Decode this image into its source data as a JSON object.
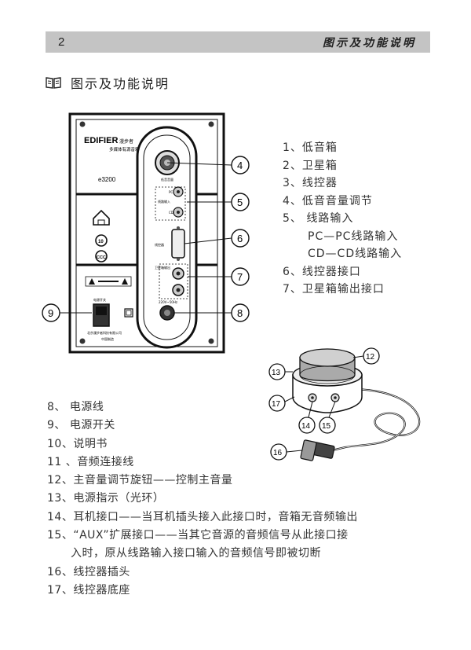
{
  "header": {
    "page_number": "2",
    "title": "图示及功能说明"
  },
  "section": {
    "title": "图示及功能说明",
    "icon": "open-book-icon"
  },
  "speaker_panel": {
    "brand": "EDIFIER",
    "brand_cn": "漫步者",
    "subtitle": "多媒体有源音箱",
    "model": "e3200",
    "volume_label": "低音音量",
    "line_in_label": "线路输入",
    "pc_label": "PC",
    "cd_label": "CD",
    "controller_label": "线控器",
    "satellite_label": "卫星箱输出",
    "power_label": "电源开关",
    "voltage_label": "220V~50Hz",
    "company": "北京漫步者科技有限公司",
    "made_in": "中国制造"
  },
  "callouts": [
    "4",
    "5",
    "6",
    "7",
    "8",
    "9",
    "12",
    "13",
    "14",
    "15",
    "16",
    "17"
  ],
  "legend": {
    "items": [
      "1、低音箱",
      "2、卫星箱",
      "3、线控器",
      "4、低音音量调节",
      "5、 线路输入"
    ],
    "sub_items": [
      "PC—PC线路输入",
      "CD—CD线路输入"
    ],
    "items_after": [
      "6、线控器接口",
      "7、卫星箱输出接口"
    ]
  },
  "functions": [
    "8、 电源线",
    "9、 电源开关",
    "10、说明书",
    "11 、音频连接线",
    "12、主音量调节旋钮——控制主音量",
    "13、电源指示（光环）",
    "14、耳机接口——当耳机插头接入此接口时，音箱无音频输出",
    "15、“AUX”扩展接口——当其它音源的音频信号从此接口接"
  ],
  "functions_cont": "入时，原从线路输入接口输入的音频信号即被切断",
  "functions_after": [
    "16、线控器插头",
    "17、线控器底座"
  ]
}
